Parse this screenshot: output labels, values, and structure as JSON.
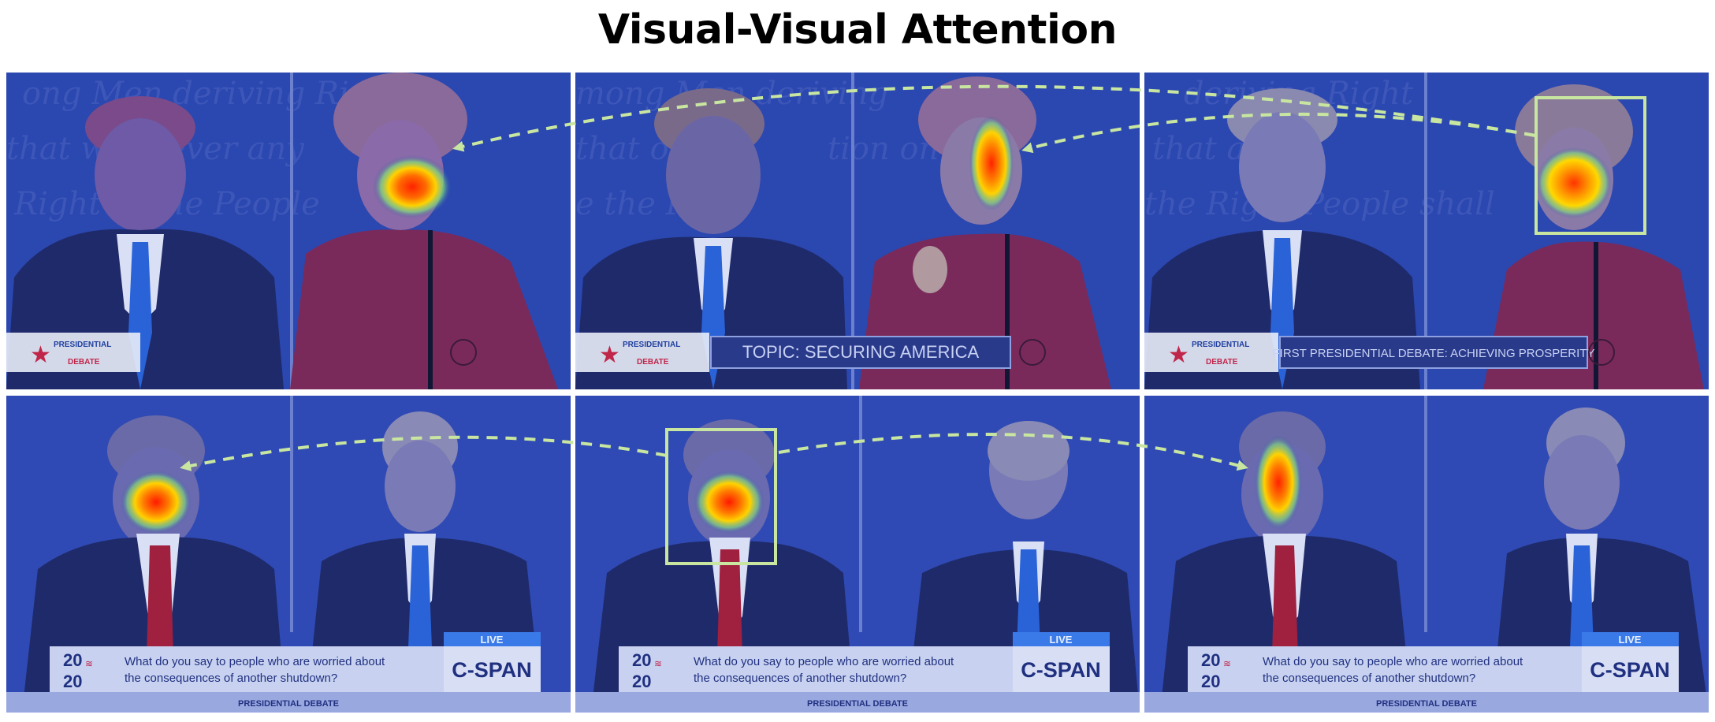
{
  "figure": {
    "title": "Visual-Visual Attention"
  },
  "top_row": {
    "logo_lines": [
      "PRESIDENTIAL",
      "DEBATE"
    ],
    "frames": [
      {
        "banner": ""
      },
      {
        "banner": "TOPIC: SECURING AMERICA"
      },
      {
        "banner": "FIRST PRESIDENTIAL DEBATE: ACHIEVING PROSPERITY"
      }
    ]
  },
  "bottom_row": {
    "year_top": "20",
    "year_bottom": "20",
    "question": "What do you say to people who are worried about the consequences of another shutdown?",
    "question_line1": "What do you say to people who are worried about",
    "question_line2": "the consequences of another shutdown?",
    "live_label": "LIVE",
    "network": "C-SPAN",
    "footer": "PRESIDENTIAL DEBATE"
  },
  "colors": {
    "blue_tint": "#2f48b0",
    "arrow": "#c8e6a0",
    "box": "#b9dc98",
    "heat_hot": "#ff2a00",
    "heat_warm": "#ffd400"
  }
}
